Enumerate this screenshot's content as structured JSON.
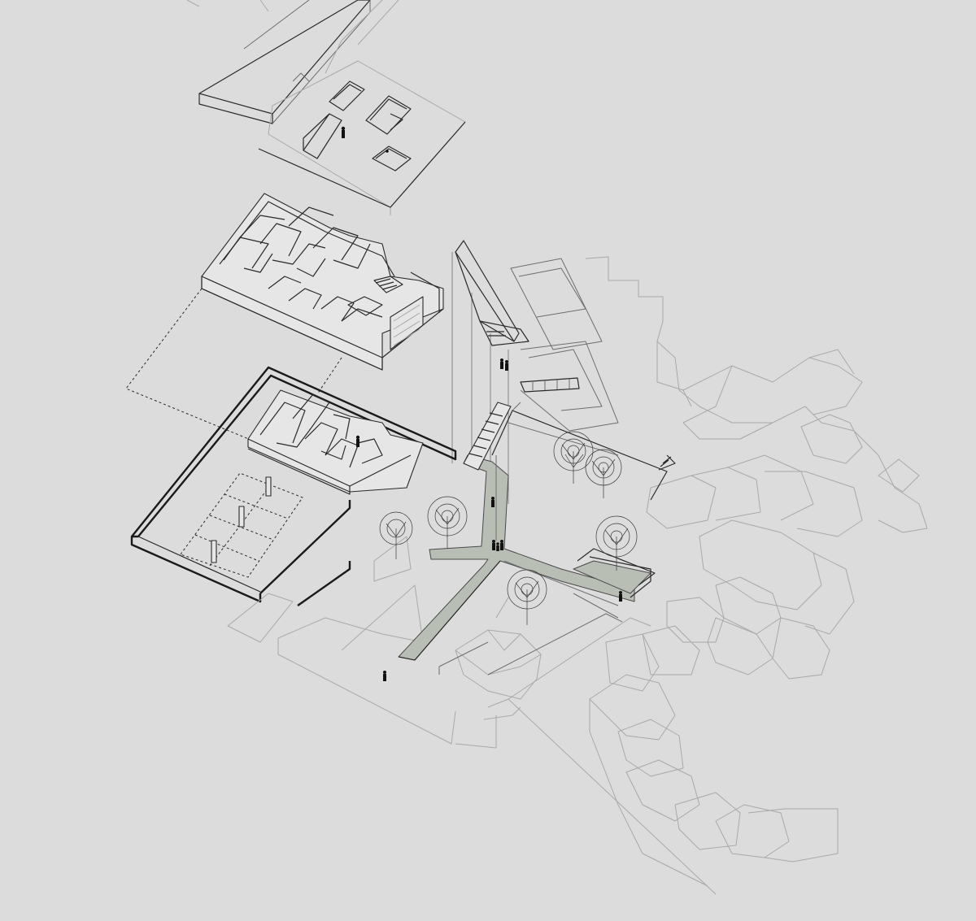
{
  "drawing": {
    "type": "exploded axonometric",
    "colors": {
      "background": "#dcdcdd",
      "context_lines": "#a9a9ab",
      "building_lines": "#1a1a1a",
      "walkway_fill": "#b9beb5"
    },
    "layers": [
      {
        "name": "roof-and-upper-floor"
      },
      {
        "name": "partition-floor"
      },
      {
        "name": "ground-floor-walls"
      },
      {
        "name": "site-and-walkways"
      },
      {
        "name": "surrounding-context"
      }
    ],
    "icons": [
      "tree-icon",
      "person-icon"
    ]
  }
}
